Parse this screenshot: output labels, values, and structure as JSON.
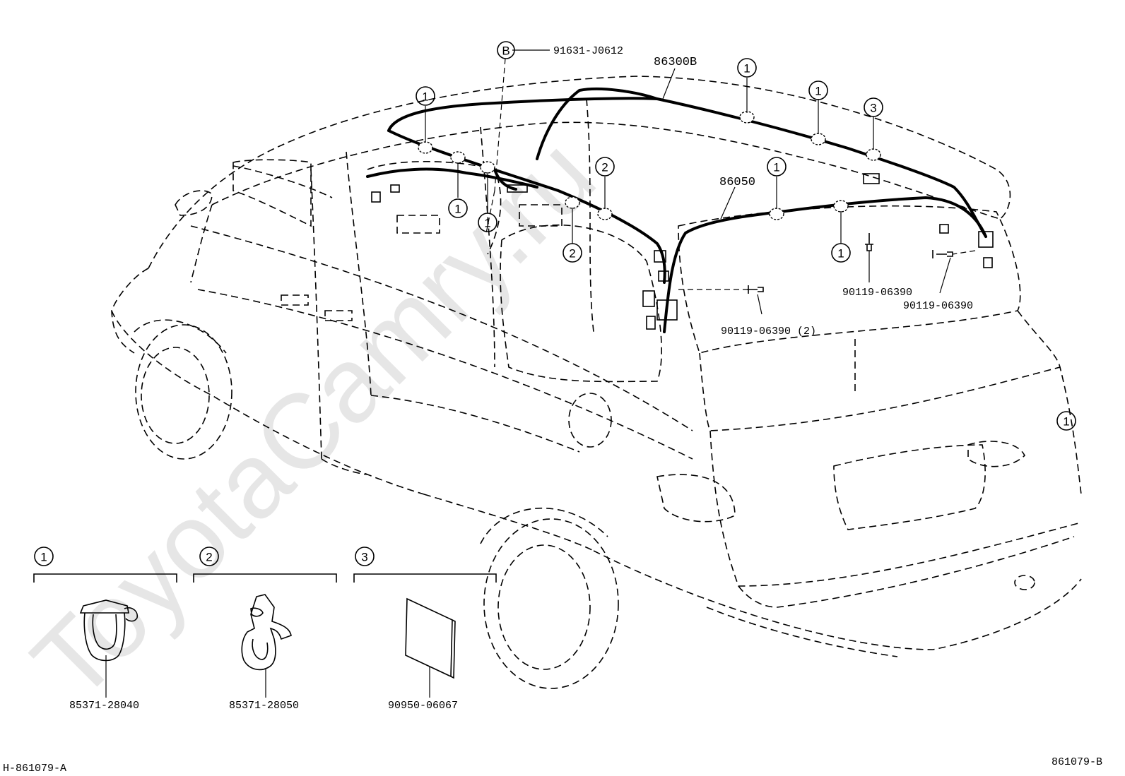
{
  "watermark": "ToyotaCamry.ru",
  "diagram_id_left": "H-861079-A",
  "diagram_id_right": "861079-B",
  "parts": {
    "harness_main": "86300B",
    "harness_rear": "86050",
    "bolt_b": "91631-J0612",
    "bolt_b_mark": "B",
    "screw_center": "90119-06390 (2)",
    "screw_right_a": "90119-06390",
    "screw_right_b": "90119-06390"
  },
  "callouts": {
    "c1": "1",
    "c2": "2",
    "c3": "3"
  },
  "legend": [
    {
      "number": "1",
      "part_no": "85371-28040",
      "icon": "clamp-icon"
    },
    {
      "number": "2",
      "part_no": "85371-28050",
      "icon": "clip-icon"
    },
    {
      "number": "3",
      "part_no": "90950-06067",
      "icon": "cushion-pad-icon"
    }
  ]
}
